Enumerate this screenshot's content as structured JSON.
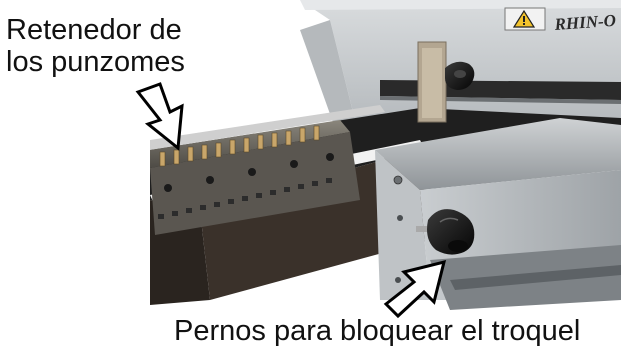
{
  "labels": {
    "punch_retainer_line1": "Retenedor de",
    "punch_retainer_line2": "los punzomes",
    "die_lock_pins": "Pernos para bloquear el troquel"
  },
  "machine": {
    "brand_text": "RHIN-O",
    "colors": {
      "housing": "#bfc3c6",
      "rail": "#1c1c1c",
      "punch_bar": "#7d7a72",
      "knob": "#141414",
      "arrow_fill": "#ffffff",
      "arrow_stroke": "#000000"
    }
  },
  "icons": {
    "callout_arrow_top": "arrow-down-right-icon",
    "callout_arrow_bottom": "arrow-up-right-icon",
    "warning_sticker": "warning-triangle-icon",
    "knob": "knob-icon"
  }
}
